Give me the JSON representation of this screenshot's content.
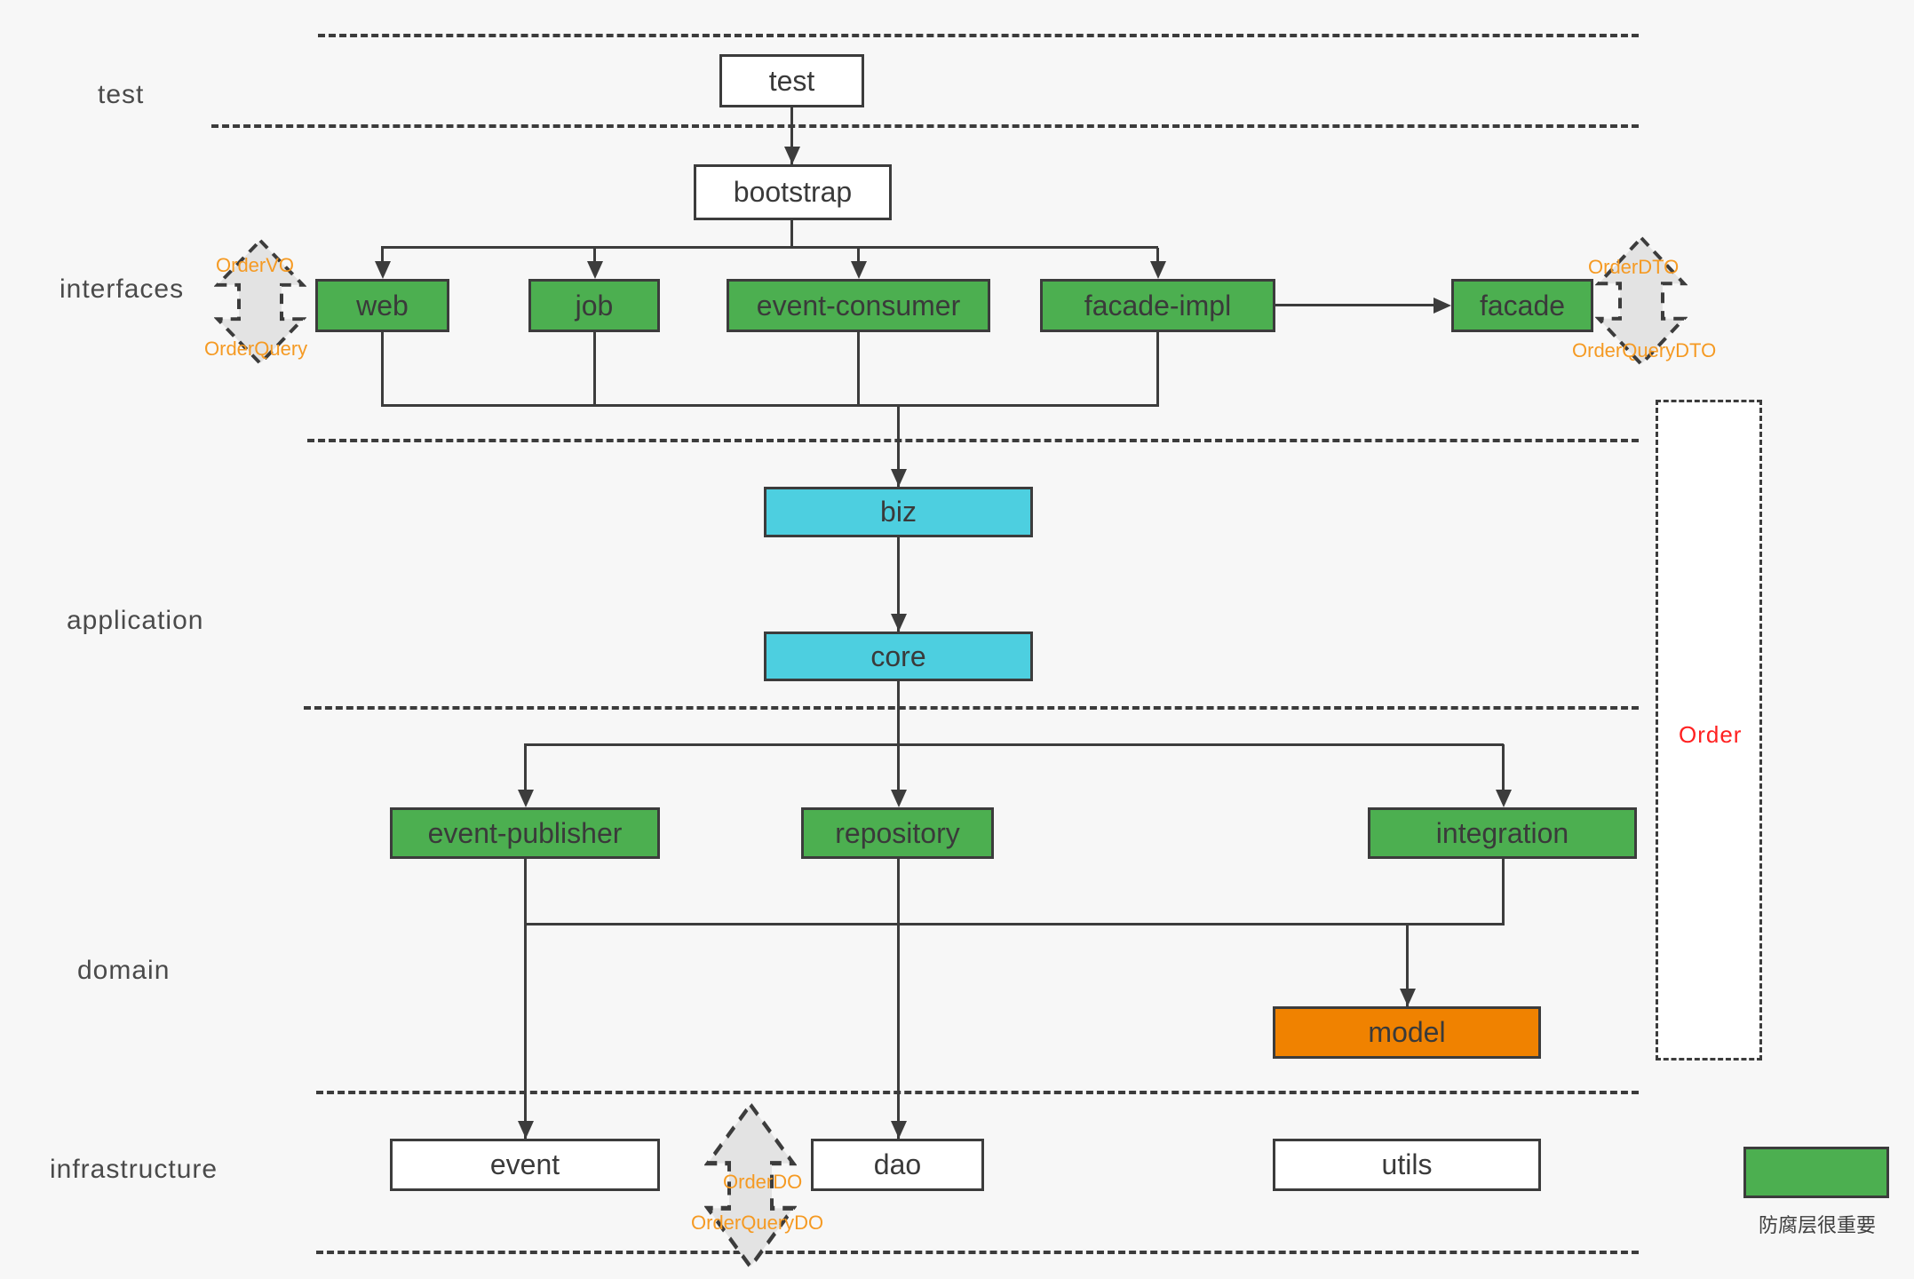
{
  "diagram_title": "layered-architecture-diagram",
  "layers": {
    "test": {
      "label": "test"
    },
    "interfaces": {
      "label": "interfaces"
    },
    "application": {
      "label": "application"
    },
    "domain": {
      "label": "domain"
    },
    "infrastructure": {
      "label": "infrastructure"
    }
  },
  "nodes": {
    "test": {
      "label": "test",
      "color": "white"
    },
    "bootstrap": {
      "label": "bootstrap",
      "color": "white"
    },
    "web": {
      "label": "web",
      "color": "green"
    },
    "job": {
      "label": "job",
      "color": "green"
    },
    "event_consumer": {
      "label": "event-consumer",
      "color": "green"
    },
    "facade_impl": {
      "label": "facade-impl",
      "color": "green"
    },
    "facade": {
      "label": "facade",
      "color": "green"
    },
    "biz": {
      "label": "biz",
      "color": "cyan"
    },
    "core": {
      "label": "core",
      "color": "cyan"
    },
    "event_publisher": {
      "label": "event-publisher",
      "color": "green"
    },
    "repository": {
      "label": "repository",
      "color": "green"
    },
    "integration": {
      "label": "integration",
      "color": "green"
    },
    "model": {
      "label": "model",
      "color": "orange"
    },
    "event": {
      "label": "event",
      "color": "white"
    },
    "dao": {
      "label": "dao",
      "color": "white"
    },
    "utils": {
      "label": "utils",
      "color": "white"
    }
  },
  "annotations": {
    "order_vo": "OrderVO",
    "order_query": "OrderQuery",
    "order_dto": "OrderDTO",
    "order_query_dto": "OrderQueryDTO",
    "order_do": "OrderDO",
    "order_query_do": "OrderQueryDO",
    "order_scope": "Order"
  },
  "legend": {
    "note": "防腐层很重要"
  },
  "colors": {
    "background": "#f7f7f7",
    "line": "#3c3c3c",
    "green_module": "#4caf50",
    "cyan_module": "#4dcfe0",
    "orange_module": "#f08200",
    "annotation_orange": "#f59a23",
    "order_red": "#ff2020",
    "double_arrow_fill": "#e3e3e3"
  }
}
